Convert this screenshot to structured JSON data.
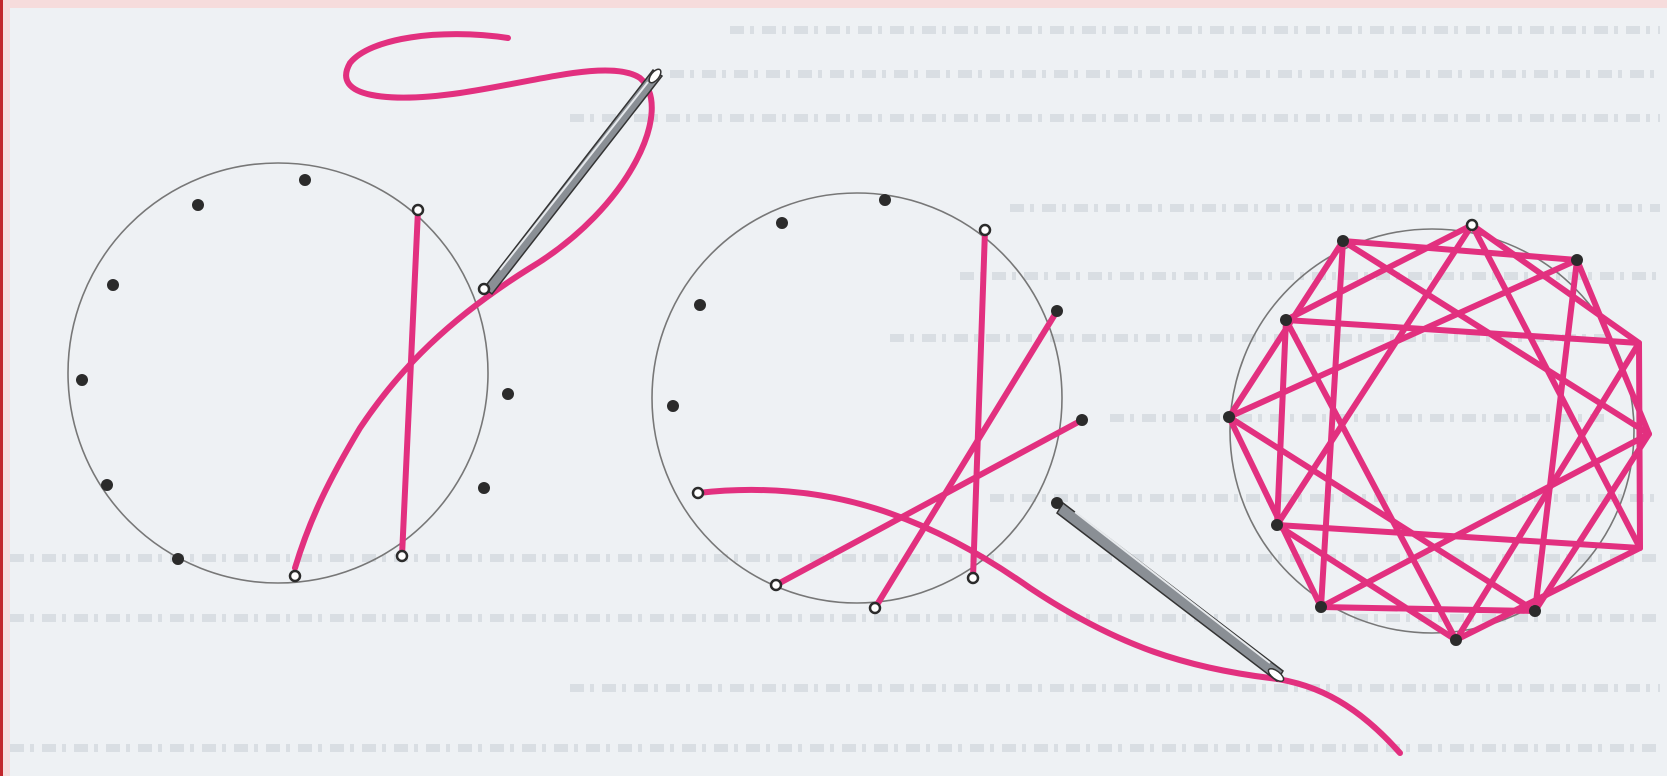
{
  "illustration": {
    "description_visible_text": "",
    "colors": {
      "thread": "#e2307f",
      "background": "#eef1f4",
      "frame": "#f6dcdc",
      "guide": "#777777",
      "hole": "#2b2b2b"
    },
    "panels": [
      {
        "name": "step-1",
        "holes": 12,
        "stitches": 1
      },
      {
        "name": "step-2",
        "holes": 12,
        "stitches": 3
      },
      {
        "name": "step-3",
        "holes": 12,
        "stitches": "star-complete"
      }
    ],
    "icons": [
      "needle-icon",
      "needle-icon",
      "thread-loop"
    ]
  }
}
